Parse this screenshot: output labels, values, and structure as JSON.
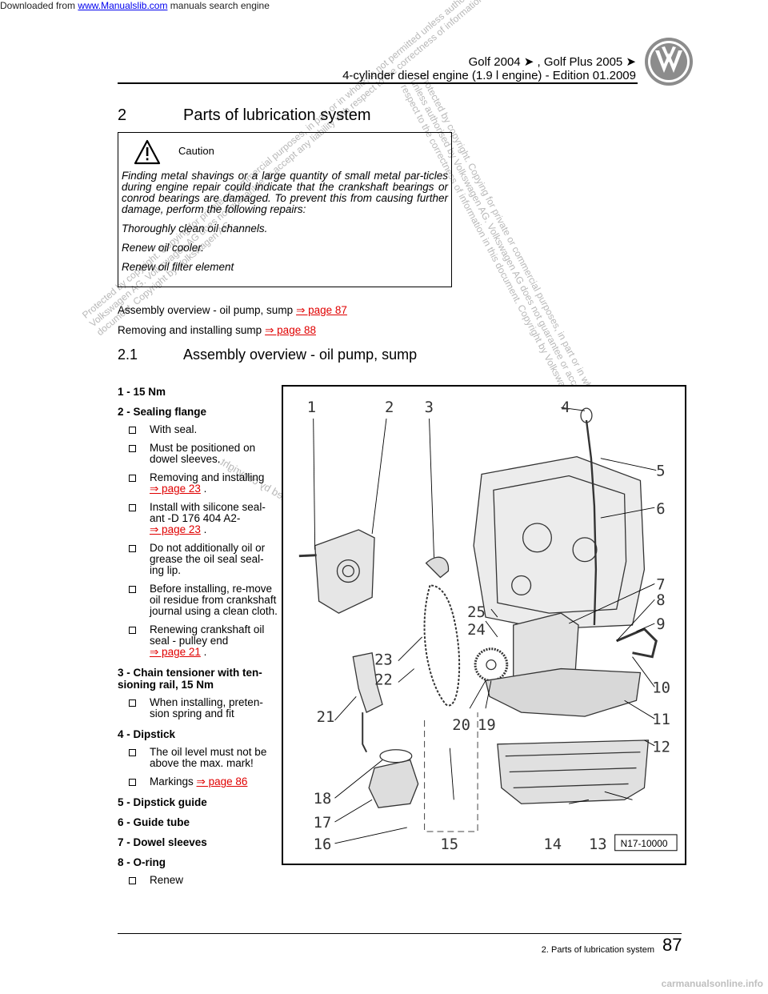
{
  "topbar": {
    "prefix": "Downloaded from",
    "link": "www.Manualslib.com",
    "suffix": "manuals search engine"
  },
  "header": {
    "models": "Golf 2004 ➤ , Golf Plus 2005 ➤",
    "engine": "4-cylinder diesel engine (1.9 l engine) - Edition 01.2009"
  },
  "watermark": {
    "top": "Protected by copyright. Copying for private or commercial purposes, in part or in whole, is not permitted unless authorised by Volkswagen AG. Volkswagen AG does not guarantee or accept any liability with respect to the correctness of information in this document. Copyright by Volkswagen AG.",
    "mirror": "Protected by copyright. Copying for private or commercial purposes, in part or in whole, is not permitted unless authorised by Volkswagen AG. Volkswagen AG does not guarantee or accept any liability with respect to the correctness of information in this document. Copyright by Volkswagen AG.",
    "protected": "Protected by copyright.",
    "copyright": "Copyright by Volkswagen AG."
  },
  "section": {
    "number": "2",
    "title": "Parts of lubrication system"
  },
  "caution": {
    "title": "Caution",
    "para1": "Finding metal shavings or a large quantity of small metal par-ticles during engine repair could indicate that the crankshaft bearings or conrod bearings are damaged. To prevent this from causing further damage, perform the following repairs:",
    "para2": "Thoroughly clean oil channels.",
    "para3": "Renew oil cooler.",
    "para4": "Renew oil filter element"
  },
  "links": {
    "assembly_label": "Assembly overview - oil pump, sump",
    "assembly_ref": "⇒ page 87",
    "removing_label": "Removing and installing sump",
    "removing_ref": "⇒ page 88"
  },
  "subsection": {
    "number": "2.1",
    "title": "Assembly overview - oil pump, sump"
  },
  "legend": {
    "item1": "1 - 15 Nm",
    "item2": "2 - Sealing flange",
    "item2_s1": "With seal.",
    "item2_s2": "Must be positioned on dowel sleeves.",
    "item2_s3": "Removing and installing",
    "item2_s3_ref": "⇒ page 23",
    "item2_s4": "Install with silicone seal-ant -D 176 404 A2-",
    "item2_s4_ref": "⇒ page 23",
    "item2_s5": "Do not additionally oil or grease the oil seal seal-ing lip.",
    "item2_s6": "Before installing, re-move oil residue from crankshaft journal using a clean cloth.",
    "item2_s7": "Renewing crankshaft oil seal - pulley end",
    "item2_s7_ref": "⇒ page 21",
    "item3": "3 - Chain tensioner with ten-sioning rail, 15 Nm",
    "item3_s1": "When installing, preten-sion spring and fit",
    "item4": "4 - Dipstick",
    "item4_s1": "The oil level must not be above the max. mark!",
    "item4_s2": "Markings",
    "item4_s2_ref": "⇒ page 86",
    "item5": "5 - Dipstick guide",
    "item6": "6 - Guide tube",
    "item7": "7 - Dowel sleeves",
    "item8": "8 - O-ring",
    "item8_s1": "Renew",
    "dot": "."
  },
  "figure": {
    "code": "N17-10000",
    "labels": [
      "1",
      "2",
      "3",
      "4",
      "5",
      "6",
      "7",
      "8",
      "9",
      "10",
      "11",
      "12",
      "13",
      "14",
      "15",
      "16",
      "17",
      "18",
      "19",
      "20",
      "21",
      "22",
      "23",
      "24",
      "25"
    ]
  },
  "footer": {
    "text": "2. Parts of lubrication system",
    "page": "87"
  },
  "bottom_brand": "carmanualsonline.info"
}
